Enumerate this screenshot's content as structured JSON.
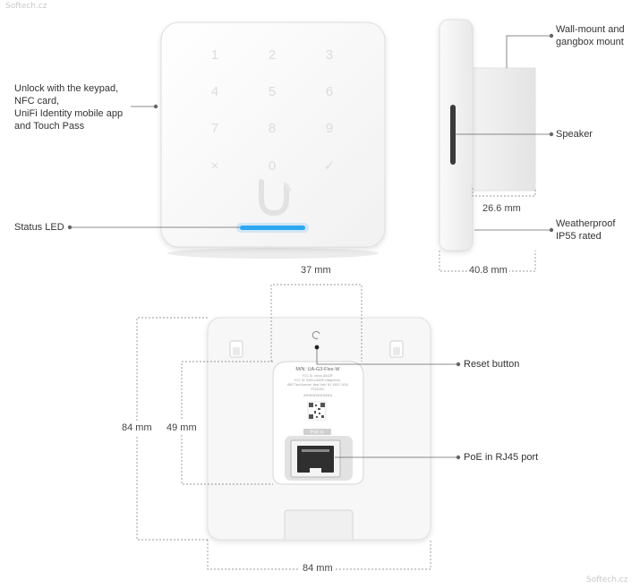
{
  "watermark": "Softech.cz",
  "keypad": [
    "1",
    "2",
    "3",
    "4",
    "5",
    "6",
    "7",
    "8",
    "9",
    "×",
    "0",
    "✓"
  ],
  "callouts": {
    "unlock": "Unlock with the keypad,\nNFC card,\nUniFi Identity mobile app\nand Touch Pass",
    "status_led": "Status LED",
    "wall_mount": "Wall-mount and\ngangbox mount",
    "speaker": "Speaker",
    "weatherproof": "Weatherproof\nIP55 rated",
    "reset": "Reset button",
    "poe": "PoE in RJ45 port"
  },
  "dimensions": {
    "depth_body": "26.6 mm",
    "depth_total": "40.8 mm",
    "mount_width": "37 mm",
    "height_outer": "84 mm",
    "height_inner": "49 mm",
    "width_outer": "84 mm"
  },
  "back_label": {
    "model": "M/N: UA-G3-Flex-W",
    "line1": "FCC  IC: xxxxx-UAG3F",
    "line2": "FCC ID: SWX-UAG3F   Ubiquiti Inc.",
    "line3": "685 Third Avenue, New York, NY 10017 USA",
    "line4": "FS24VDC",
    "serial": "XXXXXXXXXXXX",
    "port": "PoE in"
  },
  "colors": {
    "led": "#2ea8f2",
    "device": "#f7f7f7",
    "outline": "#d2d2d2",
    "leader": "#666666"
  }
}
